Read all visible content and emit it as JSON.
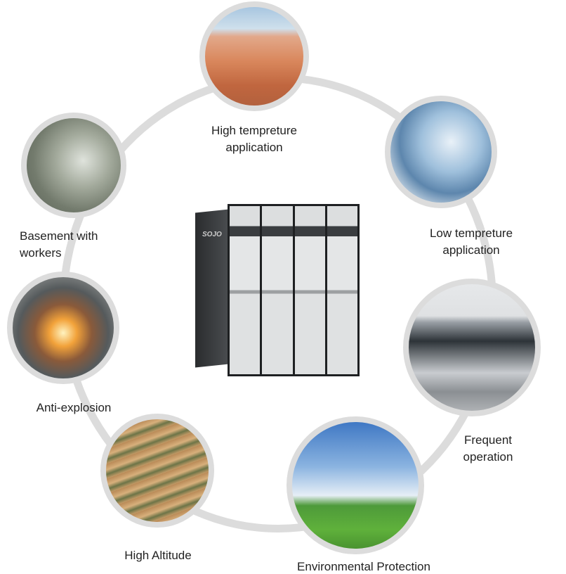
{
  "items": [
    {
      "label": "High tempreture application",
      "icon": "desert-photo"
    },
    {
      "label": "Low tempreture application",
      "icon": "snow-forest-photo"
    },
    {
      "label": "Frequent operation",
      "icon": "substation-photo"
    },
    {
      "label": "Environmental Protection",
      "icon": "green-field-photo"
    },
    {
      "label": "High Altitude",
      "icon": "terraced-hills-photo"
    },
    {
      "label": "Anti-explosion",
      "icon": "fire-photo"
    },
    {
      "label": "Basement with workers",
      "icon": "tunnel-photo"
    }
  ],
  "center": {
    "brand": "SOJO",
    "icon": "switchgear-cabinet"
  },
  "colors": {
    "ring": "#dcdcdc",
    "text": "#222222"
  }
}
